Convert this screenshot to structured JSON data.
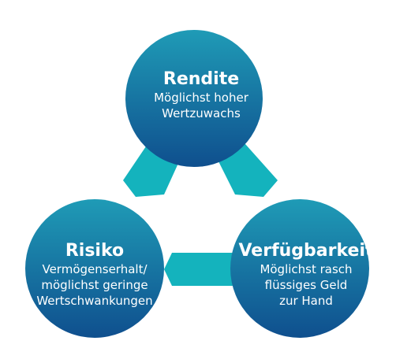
{
  "colors": {
    "circle_top": "#1f9bb6",
    "circle_bottom": "#0f4f8e",
    "connector": "#14b3bd",
    "background": "#ffffff"
  },
  "nodes": [
    {
      "id": "rendite",
      "title": "Rendite",
      "lines": [
        "Möglichst hoher",
        "Wertzuwachs"
      ]
    },
    {
      "id": "risiko",
      "title": "Risiko",
      "lines": [
        "Vermögenserhalt/",
        "möglichst geringe",
        "Wertschwankungen"
      ]
    },
    {
      "id": "verfuegbarkeit",
      "title": "Verfügbarkeit",
      "lines": [
        "Möglichst rasch",
        "flüssiges Geld",
        "zur Hand"
      ]
    }
  ],
  "connectors": [
    {
      "from": "rendite",
      "to": "risiko"
    },
    {
      "from": "rendite",
      "to": "verfuegbarkeit"
    },
    {
      "from": "risiko",
      "to": "verfuegbarkeit"
    }
  ]
}
